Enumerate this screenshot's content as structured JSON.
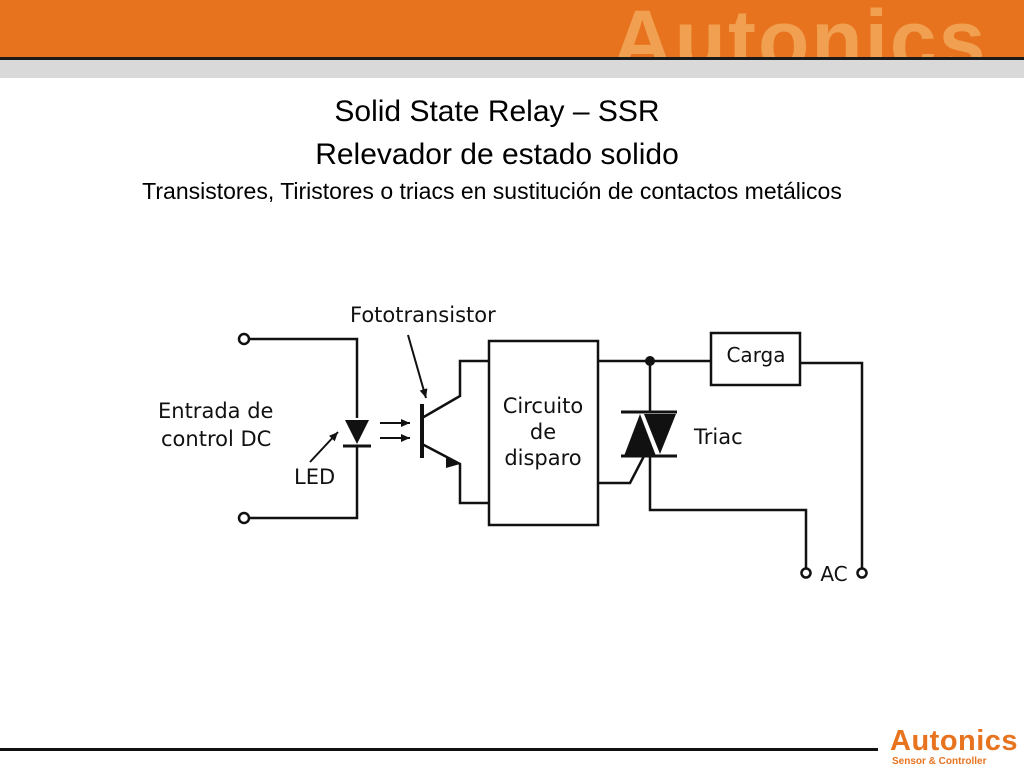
{
  "header": {
    "brand": "Autonics"
  },
  "title": {
    "line1": "Solid State Relay – SSR",
    "line2": "Relevador de estado solido",
    "subtitle": "Transistores, Tiristores o triacs en sustitución de contactos metálicos"
  },
  "diagram": {
    "labels": {
      "fototransistor": "Fototransistor",
      "input_line1": "Entrada de",
      "input_line2": "control DC",
      "led": "LED",
      "block_line1": "Circuito",
      "block_line2": "de",
      "block_line3": "disparo",
      "load": "Carga",
      "triac": "Triac",
      "ac": "AC"
    }
  },
  "footer": {
    "brand": "Autonics",
    "tagline": "Sensor & Controller"
  },
  "colors": {
    "accent": "#e8731f",
    "banner_text": "#f0a050",
    "band": "#d9d9d9"
  }
}
